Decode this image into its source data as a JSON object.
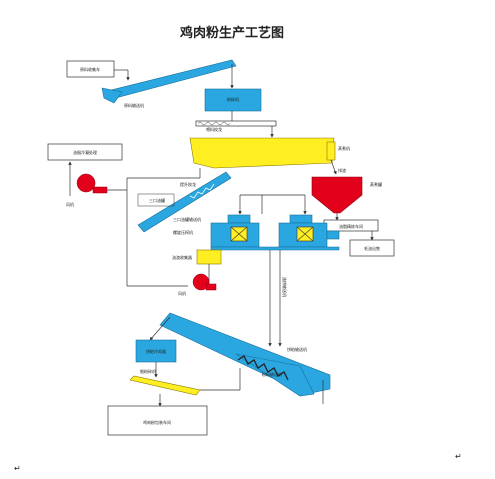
{
  "title": "鸡肉粉生产工艺图",
  "labels": {
    "raw_material_box": "原料收集车",
    "feed_conveyor": "原料输送机",
    "crusher": "粉碎机",
    "screw_feeder": "喂料绞龙",
    "cooker": "蒸煮机",
    "exhaust_box": "油烟冷凝处理",
    "fan_1": "风机",
    "fan_2": "风机",
    "screw_lift": "提升绞龙",
    "oil_tank": "三口油罐",
    "oil_screw": "三口油罐输送机",
    "press_left": "螺旋压榨机",
    "oil_tank_drain": "油渣收集器",
    "red_tank": "蒸煮罐",
    "drain_label": "排渣",
    "oil_treat_box": "油脂精炼车间",
    "oil_sale_box": "毛油出售",
    "cake_conveyor_right": "油饼输送机",
    "cake_conveyor_mid": "饼粕输送机",
    "cooler_box": "饼粕冷却器",
    "fine_crusher": "细粉碎机",
    "pellet_conveyor": "粉料输送机",
    "final_box": "鸡肉粉包装车间"
  },
  "marks": {
    "cursor_bottom_left": "↵",
    "cursor_bottom_right": "↵"
  },
  "colors": {
    "blue": "#2aa7e0",
    "yellow": "#ffee22",
    "red": "#e3001b",
    "line": "#333333"
  }
}
